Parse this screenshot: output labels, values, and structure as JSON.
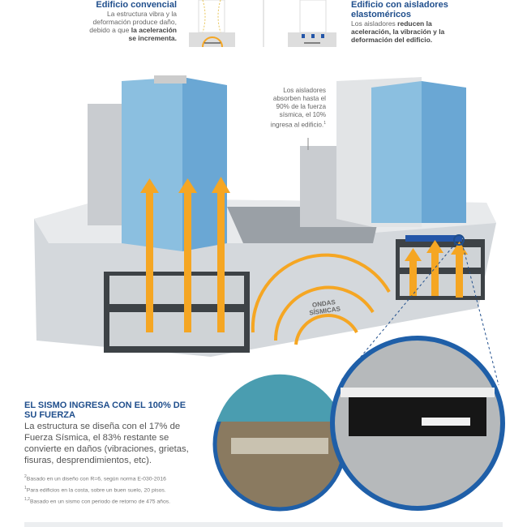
{
  "left_panel": {
    "title": "Edificio convencial",
    "text": "La estructura vibra y la deformación produce daño, debido a que ",
    "text_bold": "la aceleración se incrementa."
  },
  "right_panel": {
    "title": "Edificio con aisladores elastoméricos",
    "text": "Los aisladores ",
    "text_bold": "reducen la aceleración, la vibración y la deformación del edificio."
  },
  "callout": {
    "text": "Los aisladores absorben hasta el 90% de la fuerza sísmica, el 10% ingresa al edificio.",
    "sup": "1"
  },
  "waves_label": {
    "line1": "ONDAS",
    "line2": "SÍSMICAS"
  },
  "main": {
    "title": "EL SISMO INGRESA CON EL 100% DE SU FUERZA",
    "body": "La estructura se diseña con el 17% de Fuerza Sísmica, el 83% restante se convierte en daños (vibraciones, grietas, fisuras, desprendimientos, etc)."
  },
  "notes": [
    {
      "sup": "2",
      "text": "Basado en un diseño con R=6, según norma E-030-2016"
    },
    {
      "sup": "1",
      "text": "Para edificios en la costa, sobre un buen suelo, 20 pisos."
    },
    {
      "sup": "1,2",
      "text": "Basado en un sismo con periodo de retorno de 475 años."
    }
  ],
  "colors": {
    "accent": "#f5a623",
    "title_blue": "#1f4e8c",
    "glass": "#7fb8dc",
    "ground": "#d9dcdf"
  }
}
